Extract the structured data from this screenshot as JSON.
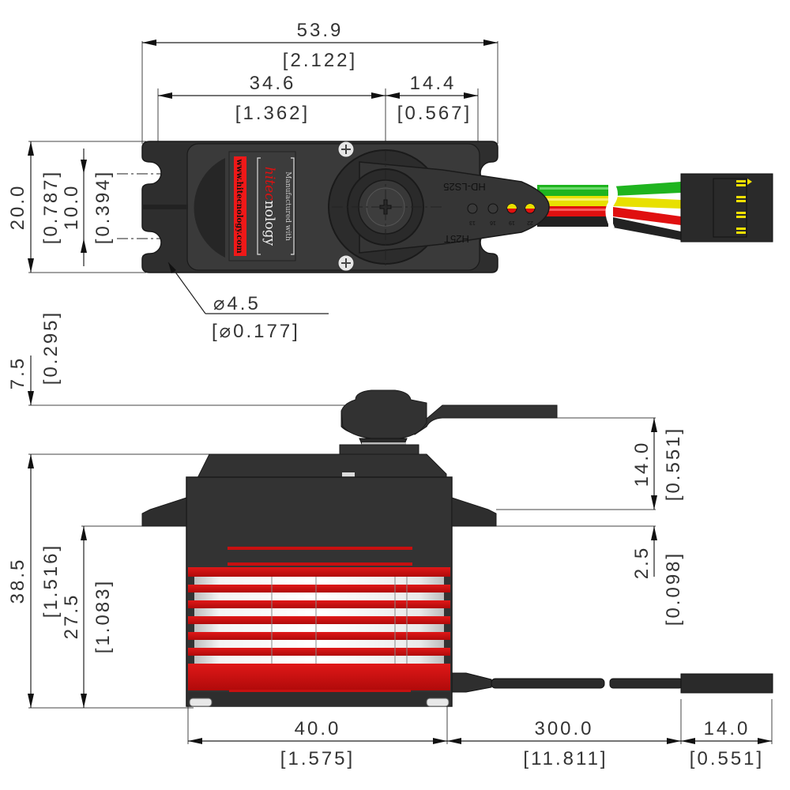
{
  "title": "Servo dimensional drawing",
  "colors": {
    "body": "#2e2e2e",
    "accent_red": "#d40f0f",
    "wire_signal": "#1fb41f",
    "wire_power": "#e8e000",
    "wire_positive": "#e01010",
    "wire_ground": "#222222",
    "dimension": "#333333"
  },
  "top_view": {
    "dimensions": {
      "overall_width": {
        "mm": "53.9",
        "in": "[2.122]"
      },
      "hole_to_output": {
        "mm": "34.6",
        "in": "[1.362]"
      },
      "output_to_edge": {
        "mm": "14.4",
        "in": "[0.567]"
      },
      "body_depth": {
        "mm": "20.0",
        "in": "[0.787]"
      },
      "hole_spacing": {
        "mm": "10.0",
        "in": "[0.394]"
      },
      "hole_diameter": {
        "mm": "⌀4.5",
        "in": "[⌀0.177]"
      }
    },
    "label": {
      "line1": "Manufactured with",
      "brand_a": "hitec",
      "brand_b": "nology",
      "url": "www.hitecnology.com"
    },
    "horn": {
      "model_top": "HD-LS25",
      "model_bottom": "H25T",
      "hole_numbers": [
        "13",
        "16",
        "19",
        "22"
      ]
    }
  },
  "side_view": {
    "dimensions": {
      "horn_height": {
        "mm": "7.5",
        "in": "[0.295]"
      },
      "overall_height": {
        "mm": "38.5",
        "in": "[1.516]"
      },
      "mount_height": {
        "mm": "27.5",
        "in": "[1.083]"
      },
      "top_to_flange": {
        "mm": "14.0",
        "in": "[0.551]"
      },
      "flange_thickness": {
        "mm": "2.5",
        "in": "[0.098]"
      },
      "body_length": {
        "mm": "40.0",
        "in": "[1.575]"
      },
      "lead_length": {
        "mm": "300.0",
        "in": "[11.811]"
      },
      "connector_length": {
        "mm": "14.0",
        "in": "[0.551]"
      }
    }
  }
}
